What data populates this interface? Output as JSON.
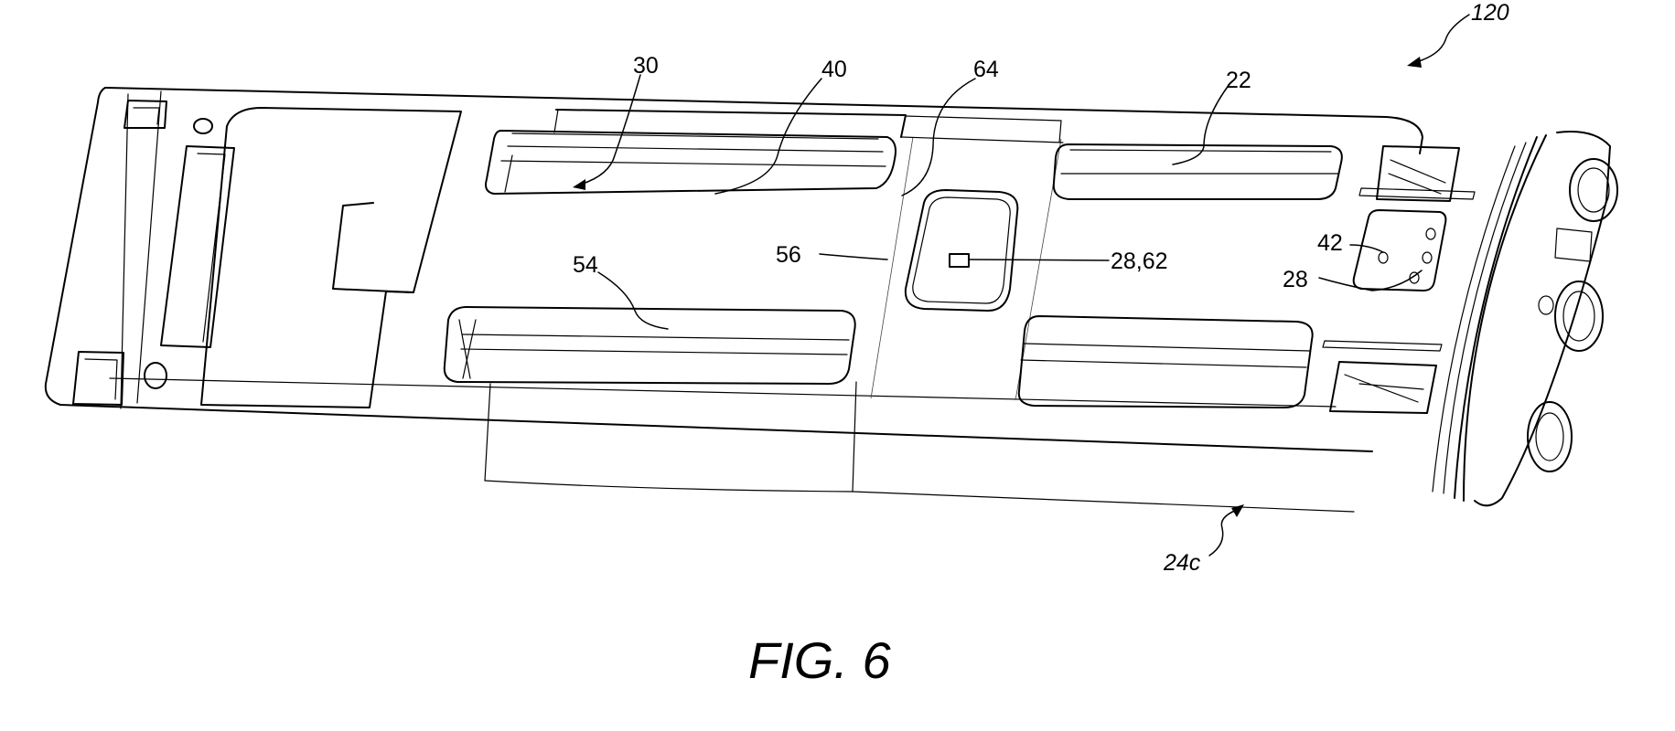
{
  "figure": {
    "caption": "FIG. 6",
    "labels": {
      "device": "120",
      "housing_ref": "30",
      "slot_ref": "40",
      "band_ref": "64",
      "window_ref": "22",
      "lower_slot_ref": "54",
      "pad_ref": "56",
      "sensor_ref": "28,62",
      "plate_ref": "42",
      "contact_ref": "28",
      "body_ref": "24c"
    }
  }
}
